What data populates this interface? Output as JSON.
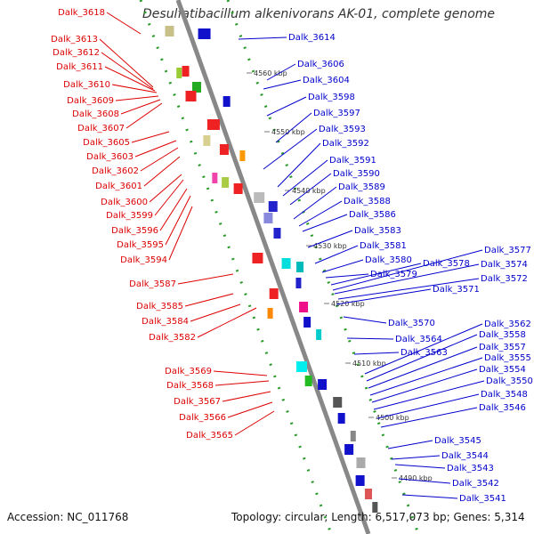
{
  "title": "Desulfatibacillum alkenivorans AK-01, complete genome",
  "footer": {
    "accession": "Accession: NC_011768",
    "summary": "Topology: circular; Length: 6,517,073 bp; Genes: 5,314"
  },
  "colors": {
    "left_labels": "#dd0000",
    "right_labels": "#0000cc",
    "axis": "#888888",
    "ticks": "#228822"
  },
  "kbp_marks": [
    "4560 kbp",
    "4550 kbp",
    "4540 kbp",
    "4530 kbp",
    "4520 kbp",
    "4510 kbp",
    "4500 kbp",
    "4490 kbp"
  ],
  "left_labels": [
    "Dalk_3618",
    "Dalk_3613",
    "Dalk_3612",
    "Dalk_3611",
    "Dalk_3610",
    "Dalk_3609",
    "Dalk_3608",
    "Dalk_3607",
    "Dalk_3605",
    "Dalk_3603",
    "Dalk_3602",
    "Dalk_3601",
    "Dalk_3600",
    "Dalk_3599",
    "Dalk_3596",
    "Dalk_3595",
    "Dalk_3594",
    "Dalk_3587",
    "Dalk_3585",
    "Dalk_3584",
    "Dalk_3582",
    "Dalk_3569",
    "Dalk_3568",
    "Dalk_3567",
    "Dalk_3566",
    "Dalk_3565"
  ],
  "right_labels": [
    "Dalk_3614",
    "Dalk_3606",
    "Dalk_3604",
    "Dalk_3598",
    "Dalk_3597",
    "Dalk_3593",
    "Dalk_3592",
    "Dalk_3591",
    "Dalk_3590",
    "Dalk_3589",
    "Dalk_3588",
    "Dalk_3586",
    "Dalk_3583",
    "Dalk_3581",
    "Dalk_3580",
    "Dalk_3579",
    "Dalk_3578",
    "Dalk_3577",
    "Dalk_3574",
    "Dalk_3572",
    "Dalk_3571",
    "Dalk_3570",
    "Dalk_3564",
    "Dalk_3563",
    "Dalk_3562",
    "Dalk_3558",
    "Dalk_3557",
    "Dalk_3555",
    "Dalk_3554",
    "Dalk_3550",
    "Dalk_3548",
    "Dalk_3546",
    "Dalk_3545",
    "Dalk_3544",
    "Dalk_3543",
    "Dalk_3542",
    "Dalk_3541"
  ]
}
